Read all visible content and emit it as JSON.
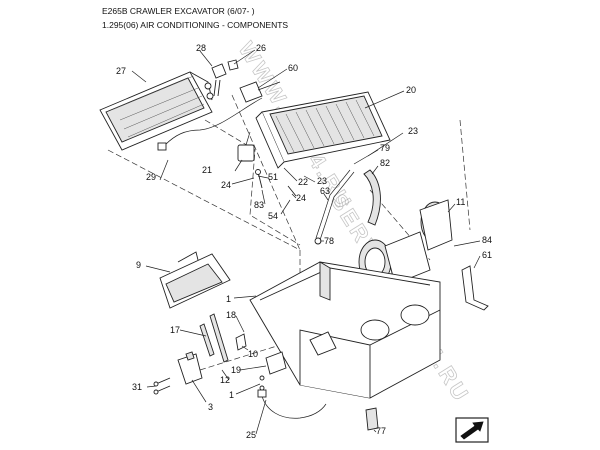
{
  "header": {
    "title": "E265B CRAWLER EXCAVATOR (6/07- )",
    "subtitle": "1.295(06) AIR CONDITIONING - COMPONENTS"
  },
  "callouts": {
    "c1a": "1",
    "c1b": "1",
    "c3": "3",
    "c9": "9",
    "c10": "10",
    "c11": "11",
    "c12": "12",
    "c17": "17",
    "c18": "18",
    "c19": "19",
    "c20": "20",
    "c21": "21",
    "c22": "22",
    "c23a": "23",
    "c23b": "23",
    "c24a": "24",
    "c24b": "24",
    "c25": "25",
    "c26": "26",
    "c27": "27",
    "c28": "28",
    "c29": "29",
    "c31": "31",
    "c51": "51",
    "c54": "54",
    "c60": "60",
    "c61": "61",
    "c63": "63",
    "c77": "77",
    "c78": "78",
    "c79": "79",
    "c82": "82",
    "c83": "83",
    "c84": "84"
  },
  "watermark": {
    "text_a": "WWW.CAT4.RU",
    "text_b": "SERVICE.CAT4.RU"
  },
  "icons": {
    "nav": "arrow-next-icon"
  }
}
